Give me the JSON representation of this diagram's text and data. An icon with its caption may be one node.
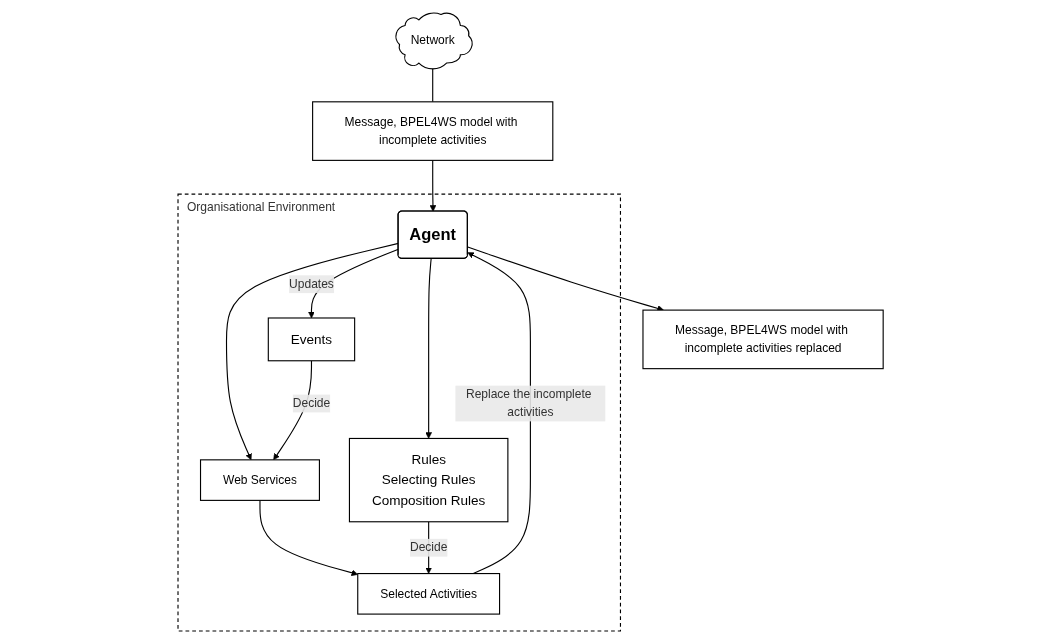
{
  "diagram": {
    "nodes": [
      {
        "text": [
          "Network"
        ]
      },
      {
        "text": [
          "Message, BPEL4WS model with incomplete activities"
        ]
      },
      {
        "text": [
          "Message, BPEL4WS model with incomplete activities replaced"
        ]
      },
      {
        "text": [
          "Organisational Environment"
        ]
      },
      {
        "text": [
          "Agent"
        ],
        "in": 3
      },
      {
        "text": [
          "Events"
        ],
        "in": 3
      },
      {
        "text": [
          "Web Services"
        ],
        "in": 3
      },
      {
        "text": [
          "Selected Activities"
        ],
        "in": 3
      },
      {
        "text": [
          "Rules",
          "Selecting Rules",
          "Composition Rules"
        ],
        "in": 3
      }
    ],
    "edges": [
      {
        "from": 0,
        "to": 1,
        "arrow": "none"
      },
      {
        "from": 1,
        "to": 4,
        "arrow": "to"
      },
      {
        "from": 4,
        "to": 2,
        "arrow": "to"
      },
      {
        "from": 4,
        "to": 5,
        "arrow": "to",
        "label": "Updates"
      },
      {
        "from": 4,
        "to": 6,
        "arrow": "to"
      },
      {
        "from": 4,
        "to": 8,
        "arrow": "to"
      },
      {
        "from": 5,
        "to": 6,
        "arrow": "to",
        "label": "Decide"
      },
      {
        "from": 6,
        "to": 7,
        "arrow": "to"
      },
      {
        "from": 7,
        "to": 4,
        "arrow": "to",
        "label": "Replace the incomplete activities"
      },
      {
        "from": 8,
        "to": 7,
        "arrow": "to",
        "label": "Decide"
      }
    ]
  }
}
